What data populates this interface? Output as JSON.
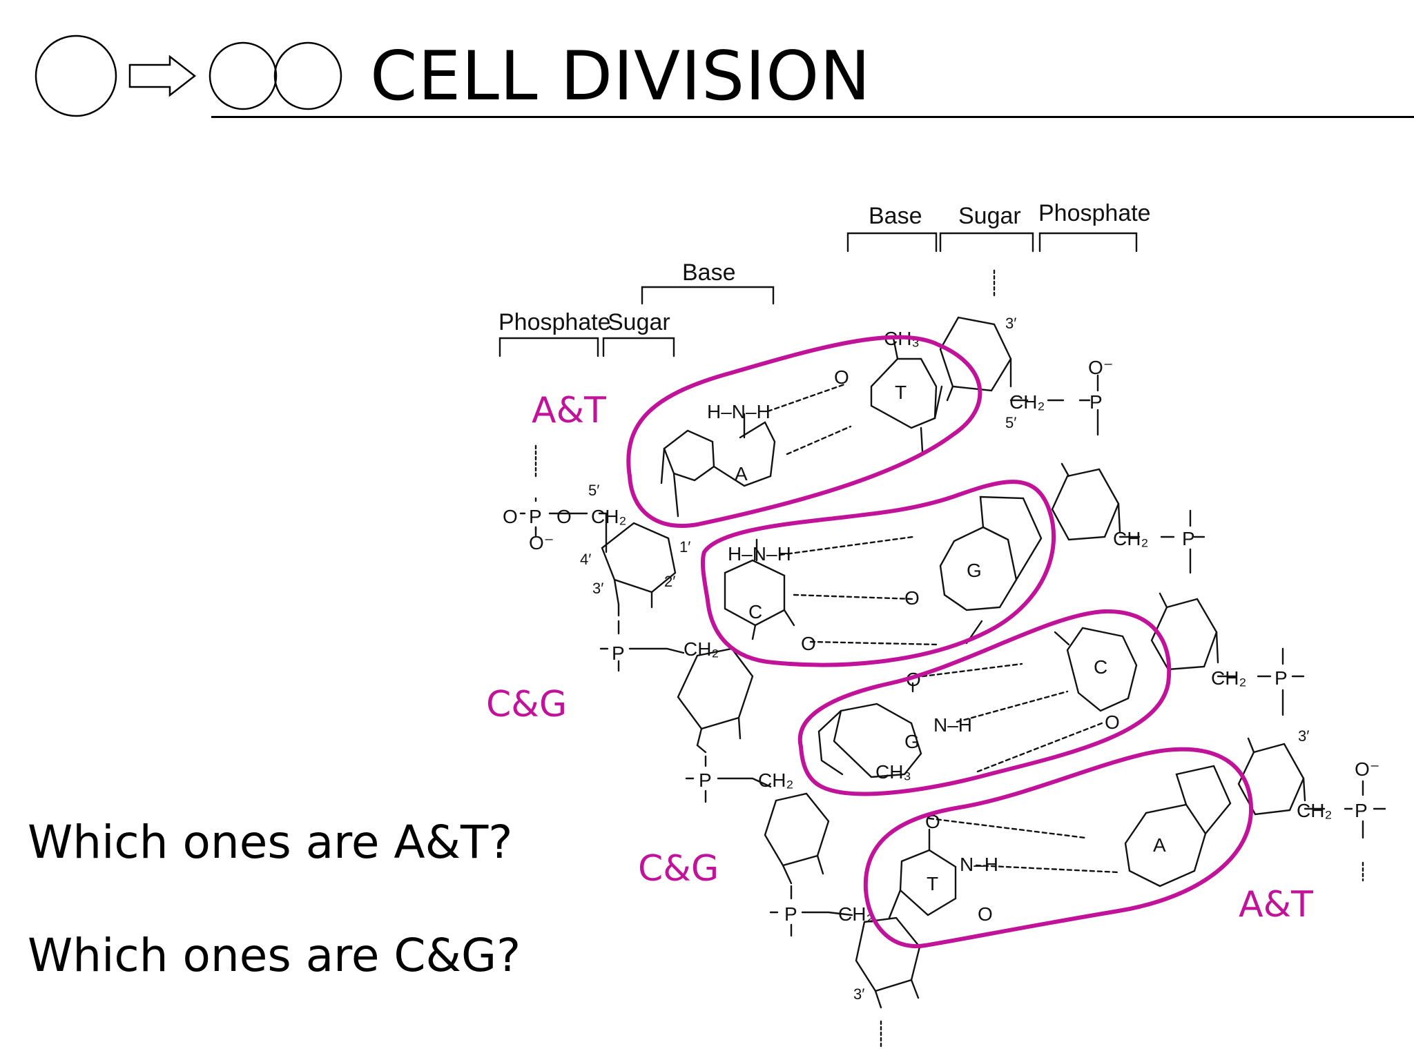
{
  "slide": {
    "title": "CELL DIVISION",
    "questions": [
      "Which ones are A&T?",
      "Which ones are C&G?"
    ]
  },
  "diagram": {
    "headers_left": [
      "Phosphate",
      "Sugar",
      "Base"
    ],
    "headers_right": [
      "Base",
      "Sugar",
      "Phosphate"
    ],
    "pair_labels": [
      "A&T",
      "C&G",
      "C&G",
      "A&T"
    ],
    "bases": [
      "T",
      "A",
      "G",
      "C",
      "C",
      "G",
      "A",
      "T"
    ],
    "atoms": {
      "O": "O",
      "N": "N",
      "H": "H",
      "P": "P",
      "CH2": "CH₂",
      "CH3": "CH₃",
      "neg": "O⁻",
      "HN": "H–N",
      "NH": "N–H",
      "HNH": "H–N–H"
    },
    "primes": {
      "p1": "1′",
      "p2": "2′",
      "p3": "3′",
      "p4": "4′",
      "p5": "5′"
    }
  },
  "colors": {
    "highlight": "#c0139a",
    "ink": "#111111"
  },
  "icons": [
    "parent-cell-circle-icon",
    "arrow-right-icon",
    "daughter-cells-icon"
  ]
}
